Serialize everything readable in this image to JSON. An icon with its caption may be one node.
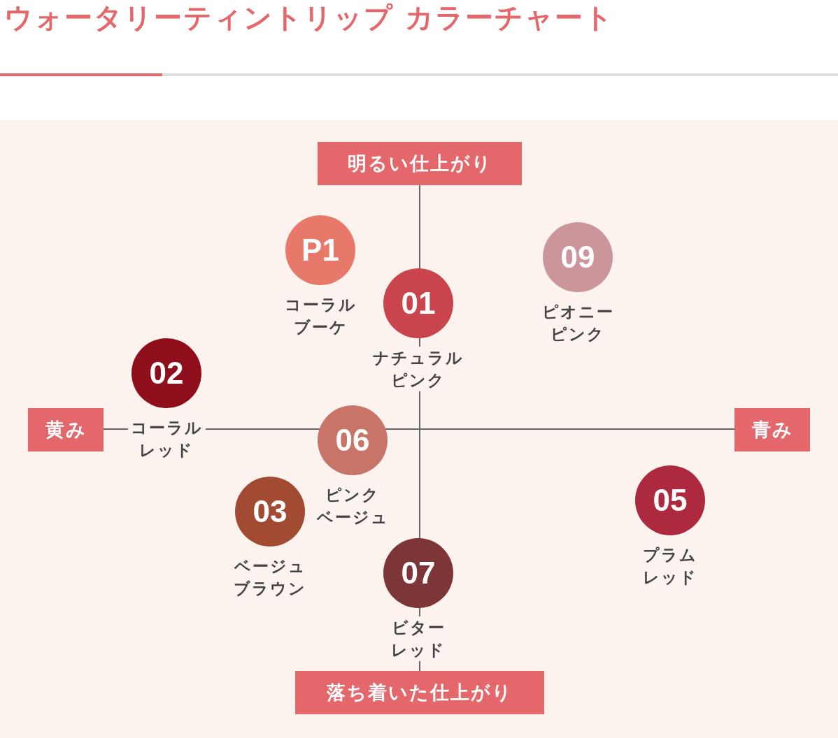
{
  "diagram": {
    "title": "ウォータリーティントリップ カラーチャート",
    "nodes": [
      {
        "text": [
          "明るい仕上がり"
        ]
      },
      {
        "text": [
          "P1"
        ],
        "beside": [
          "コーラルブーケ"
        ]
      },
      {
        "text": [
          "09"
        ],
        "beside": [
          "ピオニーピンク"
        ]
      },
      {
        "text": [
          "01"
        ],
        "beside": [
          "ナチュラルピンク"
        ]
      },
      {
        "text": [
          "02"
        ],
        "beside": [
          "コーラルレッド"
        ]
      },
      {
        "text": [
          "黄み"
        ]
      },
      {
        "text": [
          "06"
        ],
        "beside": [
          "ピンクベージュ"
        ]
      },
      {
        "text": [
          "青み"
        ]
      },
      {
        "text": [
          "03"
        ],
        "beside": [
          "ベージュブラウン"
        ]
      },
      {
        "text": [
          "05"
        ],
        "beside": [
          "プラムレッド"
        ]
      },
      {
        "text": [
          "07"
        ],
        "beside": [
          "ビターレッド"
        ]
      },
      {
        "text": [
          "落ち着いた仕上がり"
        ]
      }
    ]
  }
}
